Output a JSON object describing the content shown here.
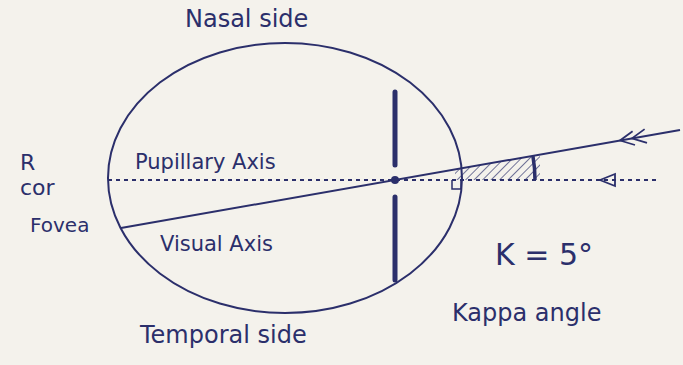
{
  "diagram": {
    "labels": [
      "Nasal side",
      "R cor",
      "Pupillary Axis",
      "Fovea",
      "Visual Axis",
      "Temporal side",
      "K = 5°",
      "Kappa angle"
    ]
  }
}
